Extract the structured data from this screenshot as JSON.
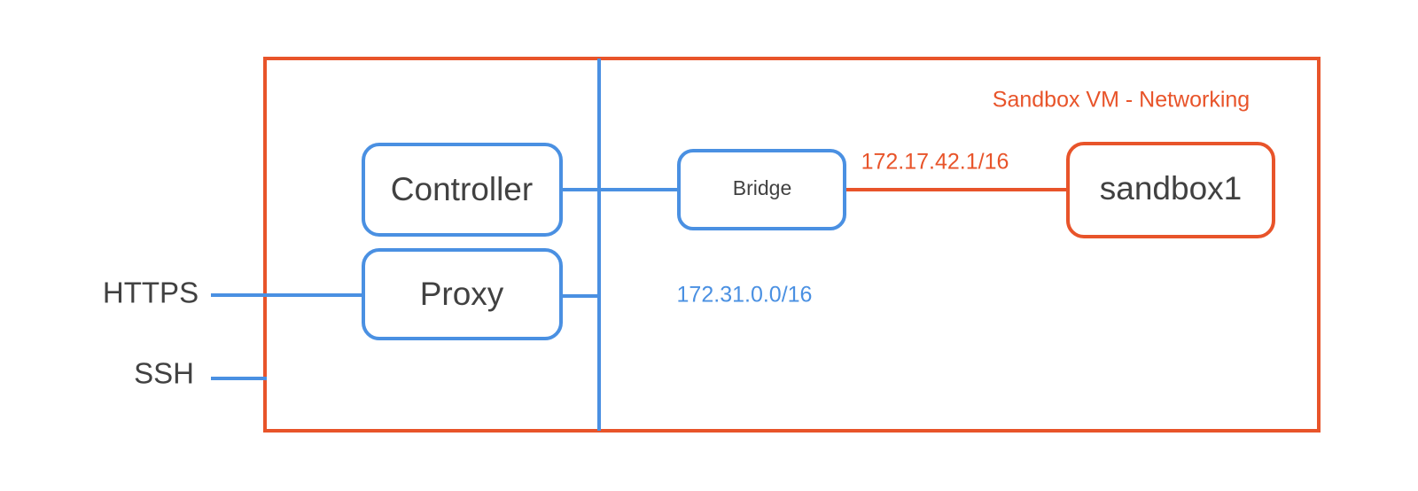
{
  "colors": {
    "blue": "#4A90E2",
    "orange": "#E8542A",
    "text": "#414141",
    "background": "#FFFFFF"
  },
  "zone": {
    "title": "Sandbox VM - Networking",
    "border_color": "#E8542A"
  },
  "nodes": {
    "controller": {
      "label": "Controller"
    },
    "proxy": {
      "label": "Proxy"
    },
    "bridge": {
      "label": "Bridge"
    },
    "sandbox1": {
      "label": "sandbox1"
    }
  },
  "external_endpoints": {
    "https": {
      "label": "HTTPS"
    },
    "ssh": {
      "label": "SSH"
    }
  },
  "network_labels": {
    "internal": {
      "text": "172.31.0.0/16",
      "color": "#4A90E2"
    },
    "docker_bridge": {
      "text": "172.17.42.1/16",
      "color": "#E8542A"
    }
  }
}
